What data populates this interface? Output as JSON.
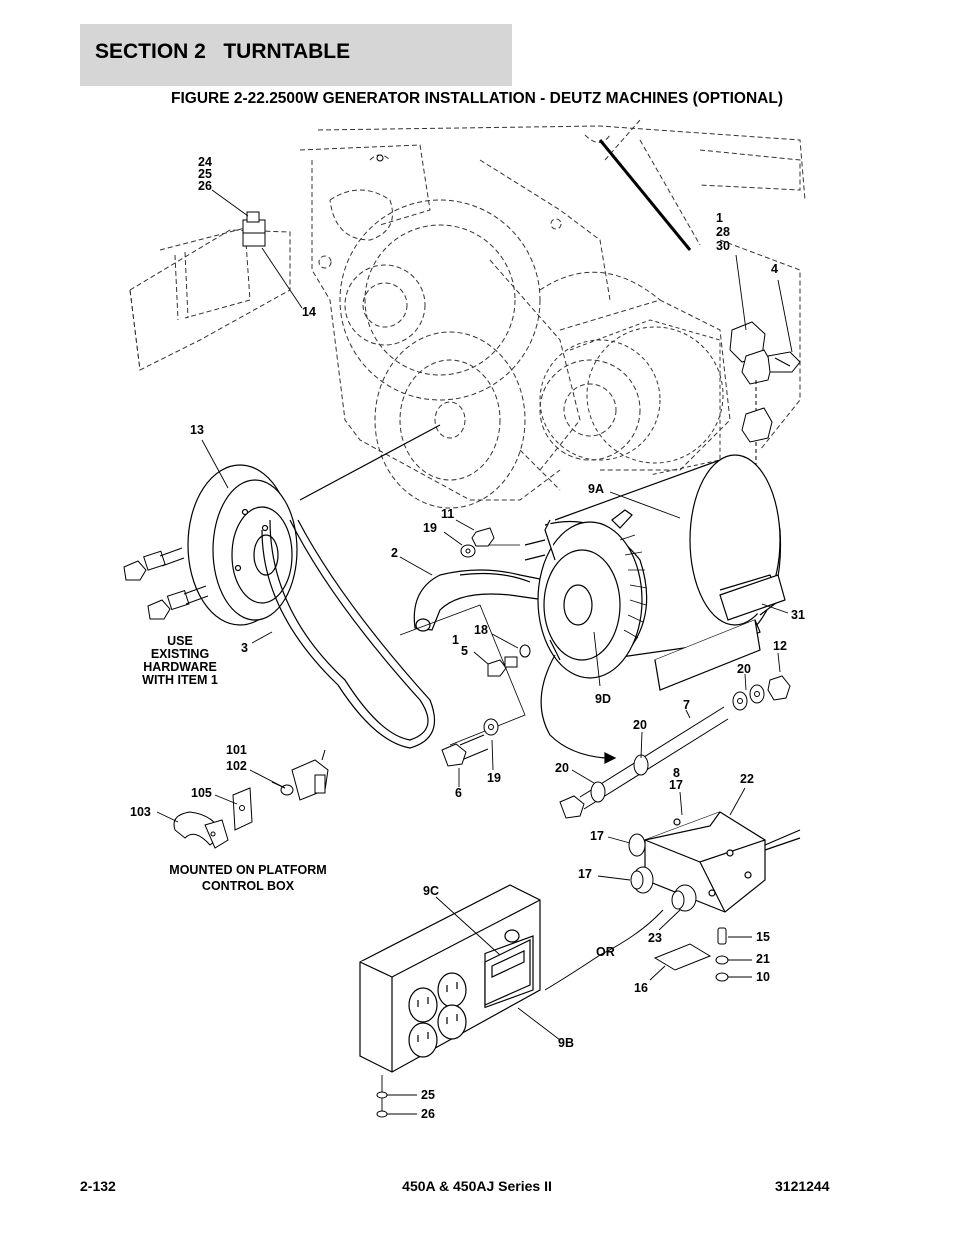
{
  "header": {
    "section": "SECTION 2   TURNTABLE",
    "figure_title": "FIGURE 2-22.2500W GENERATOR INSTALLATION - DEUTZ MACHINES (OPTIONAL)"
  },
  "callouts": {
    "c24_25_26": [
      "24",
      "25",
      "26"
    ],
    "c14": "14",
    "c1_28_30": [
      "1",
      "28",
      "30"
    ],
    "c4": "4",
    "c13": "13",
    "c9A": "9A",
    "c11": "11",
    "c19a": "19",
    "c2": "2",
    "c3": "3",
    "c18": "18",
    "c1_5": [
      "1",
      "5"
    ],
    "c31": "31",
    "c12": "12",
    "c20a": "20",
    "c9D": "9D",
    "c7": "7",
    "c20b": "20",
    "c20c": "20",
    "c8_17": [
      "8",
      "17"
    ],
    "c22": "22",
    "c6": "6",
    "c19b": "19",
    "c101_102": [
      "101",
      "102"
    ],
    "c105": "105",
    "c103": "103",
    "c17a": "17",
    "c17b": "17",
    "c9C": "9C",
    "c23": "23",
    "c15": "15",
    "c21": "21",
    "c10": "10",
    "c16": "16",
    "cOR": "OR",
    "c9B": "9B",
    "c25": "25",
    "c26": "26"
  },
  "notes": {
    "use_existing": [
      "USE",
      "EXISTING",
      "HARDWARE",
      "WITH ITEM 1"
    ],
    "mounted": [
      "MOUNTED ON PLATFORM",
      "CONTROL BOX"
    ]
  },
  "footer": {
    "page": "2-132",
    "model": "450A & 450AJ Series II",
    "doc_number": "3121244"
  }
}
